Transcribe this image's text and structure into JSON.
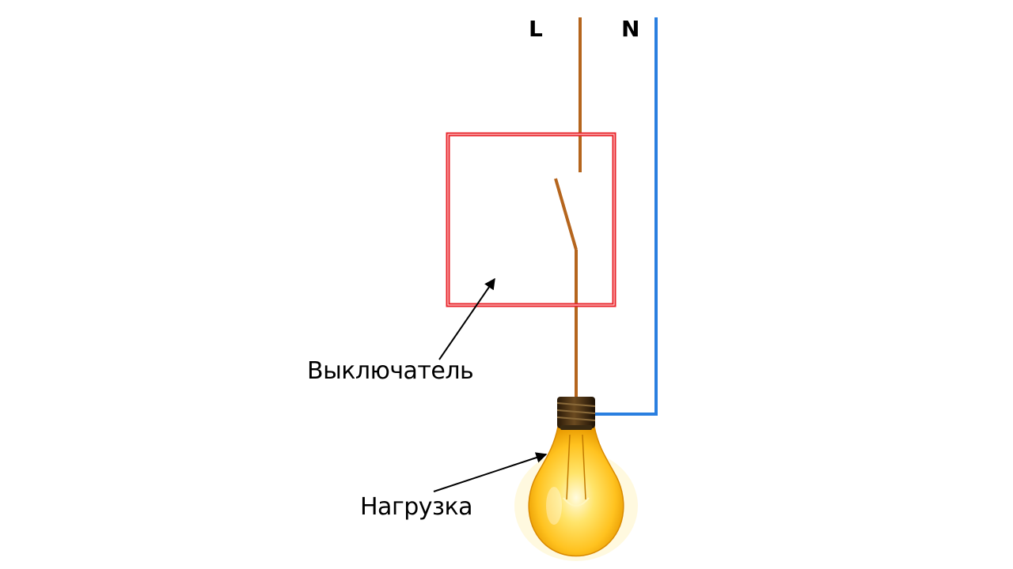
{
  "terminals": {
    "line": "L",
    "neutral": "N"
  },
  "labels": {
    "switch": "Выключатель",
    "load": "Нагрузка"
  },
  "colors": {
    "phase_wire": "#b5651d",
    "neutral_wire": "#2a7fe0",
    "switch_box": "#e8232a",
    "arrow": "#000000",
    "bulb_glow": "#ffd23a"
  }
}
